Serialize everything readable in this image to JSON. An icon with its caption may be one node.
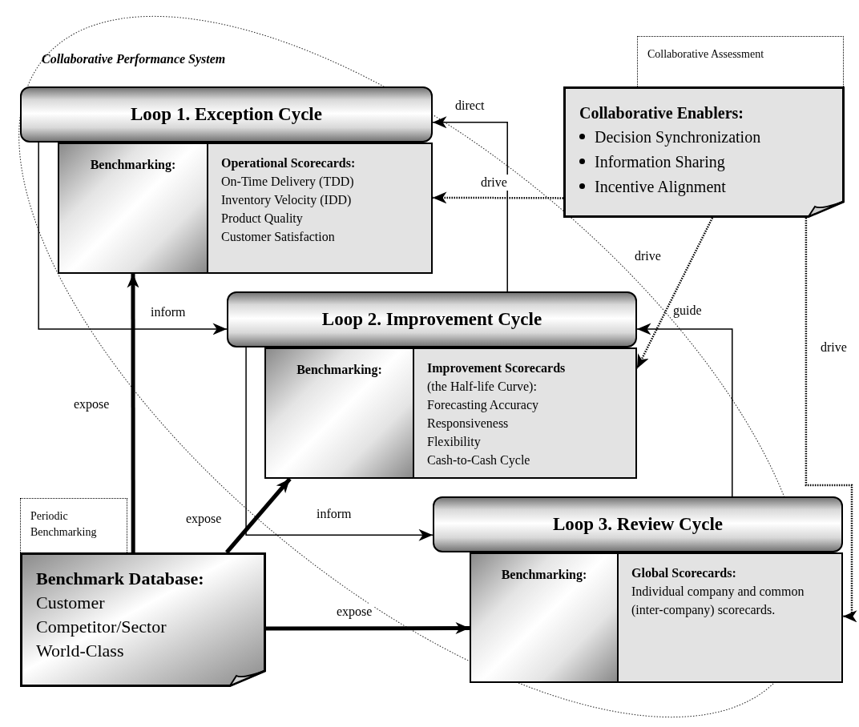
{
  "diagram": {
    "nodes": [
      {
        "text": [
          "Collaborative Assessment"
        ]
      },
      {
        "text": [
          "Loop 1. Exception Cycle"
        ]
      },
      {
        "text": [
          "Benchmarking:"
        ]
      },
      {
        "text": [
          "Operational Scorecards:",
          "On-Time Delivery (TDD)",
          "Inventory Velocity (IDD)",
          "Product Quality",
          "Customer Satisfaction"
        ]
      },
      {
        "text": [
          "Collaborative Enablers:",
          "Decision Synchronization",
          "Information Sharing",
          "Incentive Alignment"
        ]
      },
      {
        "text": [
          "Loop 2. Improvement Cycle"
        ]
      },
      {
        "text": [
          "Benchmarking:"
        ]
      },
      {
        "text": [
          "Improvement Scorecards",
          "(the Half-life Curve):",
          "Forecasting Accuracy",
          "Responsiveness",
          "Flexibility",
          "Cash-to-Cash Cycle"
        ]
      },
      {
        "text": [
          "Periodic Benchmarking"
        ]
      },
      {
        "text": [
          "Benchmark Database:",
          "Customer",
          "Competitor/Sector",
          "World-Class"
        ]
      },
      {
        "text": [
          "Loop 3. Review Cycle"
        ]
      },
      {
        "text": [
          "Benchmarking:"
        ]
      },
      {
        "text": [
          "Global Scorecards:",
          "Individual company and common (inter-company) scorecards."
        ]
      }
    ],
    "edges": [
      {
        "from": 5,
        "to": 1,
        "arrow": "to",
        "label": "direct"
      },
      {
        "from": 4,
        "to": 3,
        "arrow": "to",
        "label": "drive",
        "style": "dashed"
      },
      {
        "from": 1,
        "to": 5,
        "arrow": "to",
        "label": "inform"
      },
      {
        "from": 4,
        "to": 7,
        "arrow": "to",
        "label": "drive",
        "style": "dashed"
      },
      {
        "from": 10,
        "to": 5,
        "arrow": "to",
        "label": "guide"
      },
      {
        "from": 4,
        "to": 12,
        "arrow": "to",
        "label": "drive",
        "style": "dashed"
      },
      {
        "from": 9,
        "to": 2,
        "arrow": "to",
        "label": "expose",
        "style": "thick"
      },
      {
        "from": 9,
        "to": 6,
        "arrow": "to",
        "label": "expose",
        "style": "thick"
      },
      {
        "from": 9,
        "to": 11,
        "arrow": "to",
        "label": "expose",
        "style": "thick"
      },
      {
        "from": 5,
        "to": 10,
        "arrow": "to",
        "label": "inform"
      }
    ],
    "labels": [
      "Collaborative Performance System"
    ]
  }
}
